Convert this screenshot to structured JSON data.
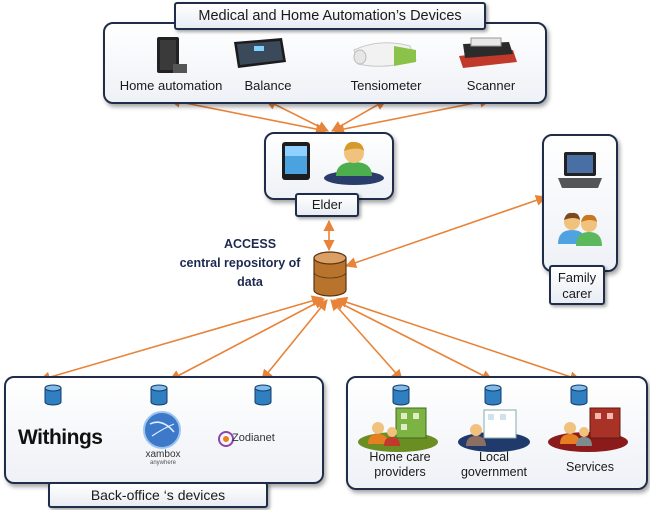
{
  "top_panel": {
    "title": "Medical  and  Home Automation’s Devices",
    "devices": [
      {
        "label": "Home automation",
        "icon": "home-automation-icon"
      },
      {
        "label": "Balance",
        "icon": "scale-icon"
      },
      {
        "label": "Tensiometer",
        "icon": "tensiometer-icon"
      },
      {
        "label": "Scanner",
        "icon": "scanner-icon"
      }
    ]
  },
  "elder": {
    "label": "Elder",
    "icons": [
      "tablet-icon",
      "user-icon"
    ]
  },
  "family": {
    "label_line1": "Family",
    "label_line2": "carer",
    "icons": [
      "laptop-icon",
      "people-icon"
    ]
  },
  "central": {
    "line1": "ACCESS",
    "line2": "central repository of",
    "line3": "data",
    "icon": "database-icon"
  },
  "back_office": {
    "label": "Back-office ‘s devices",
    "logos": [
      {
        "text": "Withings",
        "icon": "withings-logo"
      },
      {
        "text": "xambox",
        "subtext": "anywhere",
        "icon": "xambox-logo"
      },
      {
        "text": "Zodianet",
        "icon": "zodianet-logo"
      }
    ]
  },
  "services_panel": {
    "items": [
      {
        "line1": "Home care",
        "line2": "providers",
        "icon": "home-care-icon"
      },
      {
        "line1": "Local",
        "line2": "government",
        "icon": "government-icon"
      },
      {
        "line1": "Services",
        "line2": "",
        "icon": "services-icon"
      }
    ]
  },
  "colors": {
    "arrow": "#e8843a",
    "border": "#1f2d4a",
    "database": "#b8732d",
    "db_blue": "#2f7fc1"
  }
}
